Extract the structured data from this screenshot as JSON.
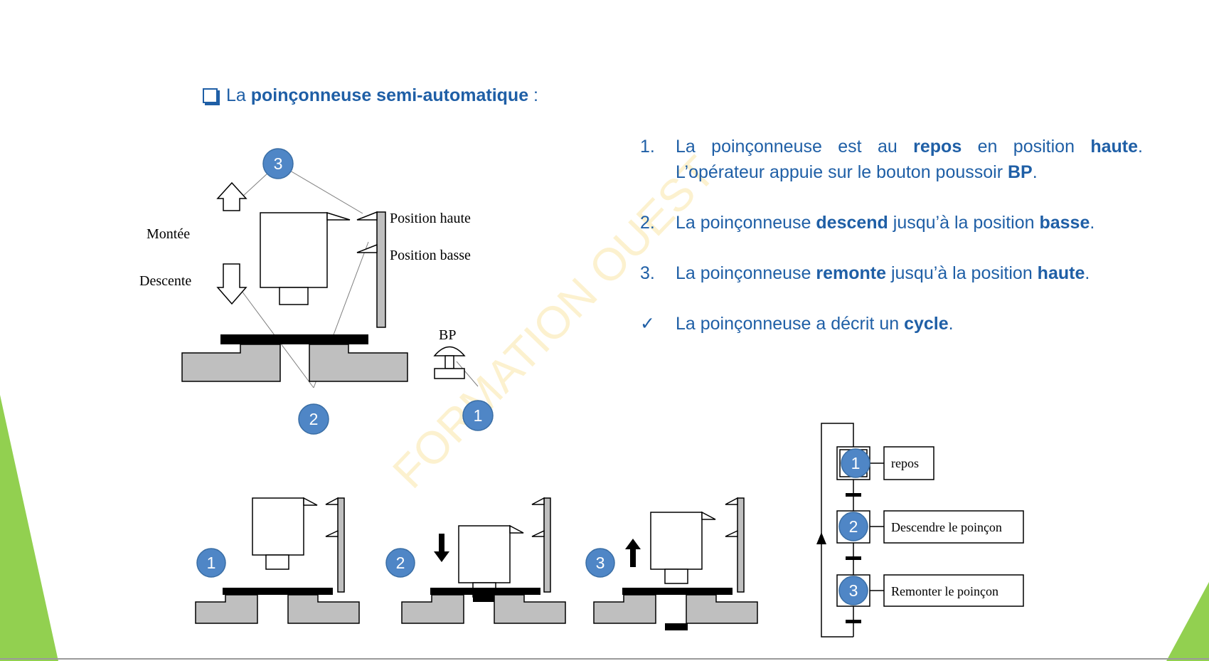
{
  "slide": {
    "heading_prefix": "La",
    "heading_bold": "poinçonneuse semi-automatique",
    "heading_suffix": " :",
    "watermark": "FORMATION OUEST"
  },
  "steps": [
    {
      "marker": "1.",
      "parts": [
        {
          "t": "La poinçonneuse est au ",
          "b": false
        },
        {
          "t": "repos",
          "b": true
        },
        {
          "t": " en position ",
          "b": false
        },
        {
          "t": "haute",
          "b": true
        },
        {
          "t": ". L’opérateur appuie sur le bouton poussoir ",
          "b": false
        },
        {
          "t": "BP",
          "b": true
        },
        {
          "t": ".",
          "b": false
        }
      ]
    },
    {
      "marker": "2.",
      "parts": [
        {
          "t": "La poinçonneuse ",
          "b": false
        },
        {
          "t": "descend",
          "b": true
        },
        {
          "t": " jusqu’à la position ",
          "b": false
        },
        {
          "t": "basse",
          "b": true
        },
        {
          "t": ".",
          "b": false
        }
      ]
    },
    {
      "marker": "3.",
      "parts": [
        {
          "t": "La poinçonneuse ",
          "b": false
        },
        {
          "t": "remonte",
          "b": true
        },
        {
          "t": " jusqu’à la position ",
          "b": false
        },
        {
          "t": "haute",
          "b": true
        },
        {
          "t": ".",
          "b": false
        }
      ]
    },
    {
      "marker": "✓",
      "parts": [
        {
          "t": "La poinçonneuse a décrit un ",
          "b": false
        },
        {
          "t": "cycle",
          "b": true
        },
        {
          "t": ".",
          "b": false
        }
      ]
    }
  ],
  "diagram": {
    "label_montee": "Montée",
    "label_descente": "Descente",
    "label_haute": "Position haute",
    "label_basse": "Position basse",
    "label_bp": "BP",
    "callout_1": "1",
    "callout_2": "2",
    "callout_3": "3"
  },
  "grafcet": {
    "steps": [
      {
        "num": "1",
        "action": "repos"
      },
      {
        "num": "2",
        "action": "Descendre le poinçon"
      },
      {
        "num": "3",
        "action": "Remonter le poinçon"
      }
    ]
  },
  "colors": {
    "accent": "#1f5fa6",
    "badge": "#4f86c6",
    "green": "#92d050",
    "gray": "#bfbfbf"
  }
}
